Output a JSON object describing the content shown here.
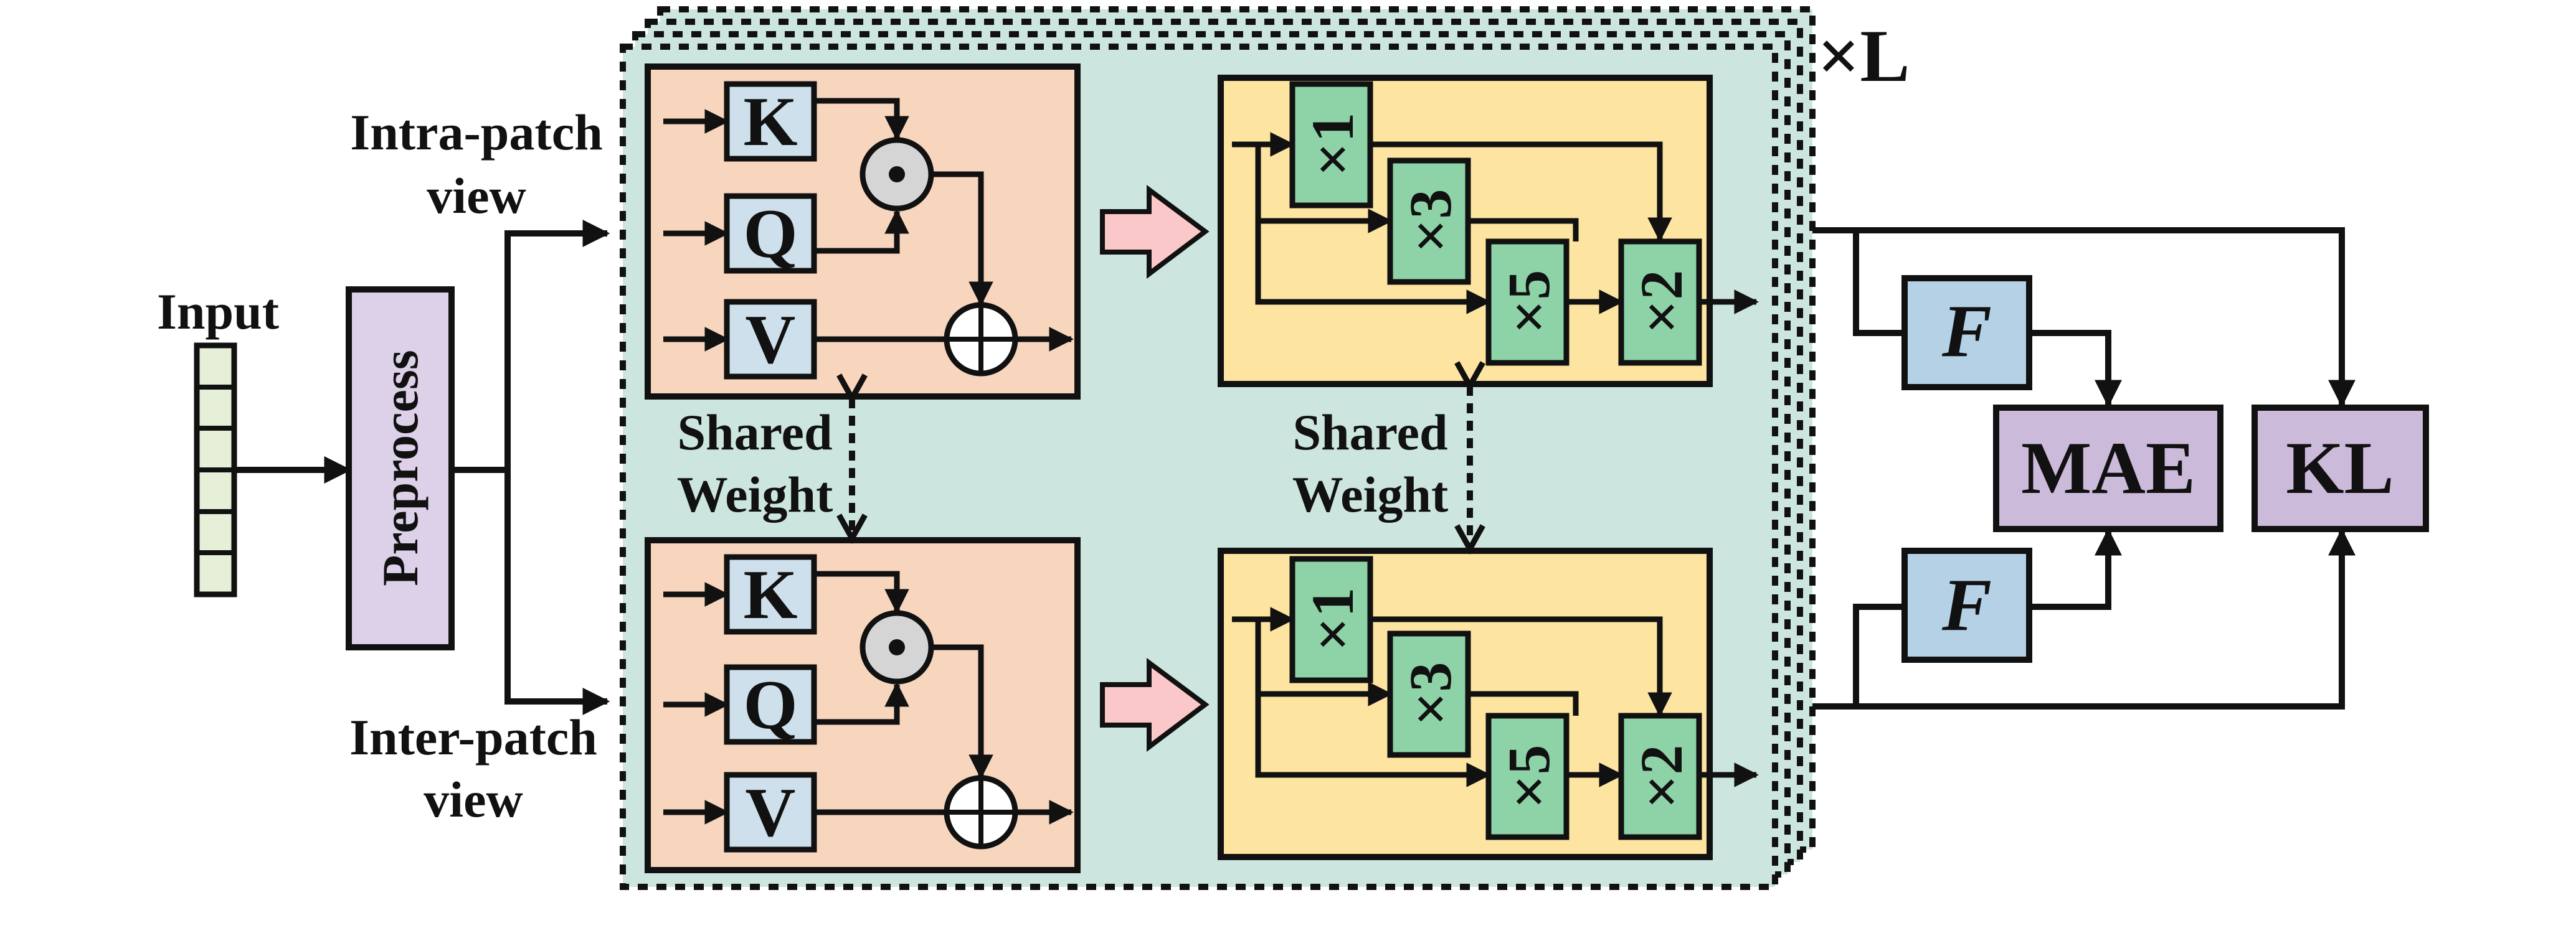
{
  "input": {
    "label": "Input"
  },
  "preprocess": {
    "label": "Preprocess"
  },
  "views": {
    "intra": {
      "line1": "Intra-patch",
      "line2": "view"
    },
    "inter": {
      "line1": "Inter-patch",
      "line2": "view"
    }
  },
  "attention": {
    "key": "K",
    "query": "Q",
    "value": "V",
    "multiply_symbol": "⊙",
    "add_symbol": "⊕"
  },
  "shared_weight": {
    "line1": "Shared",
    "line2": "Weight"
  },
  "conv_block": {
    "branch_1": "×1",
    "branch_3": "×3",
    "branch_5": "×5",
    "branch_2": "×2"
  },
  "stack": {
    "repeat_label": "×L"
  },
  "outputs": {
    "projection": "F",
    "mae": "MAE",
    "kl": "KL"
  },
  "colors": {
    "stack_bg": "#cce5df",
    "attention_bg": "#f8d5bd",
    "kqv_box": "#cde0ec",
    "conv_bg": "#fde4a0",
    "conv_box": "#8ed3a8",
    "preprocess_box": "#dcd1e8",
    "input_cell": "#e6efd8",
    "loss_box": "#ccbadb",
    "f_box": "#b5d1e6",
    "arrow_pink": "#fbc8c9",
    "stroke": "#111111"
  }
}
